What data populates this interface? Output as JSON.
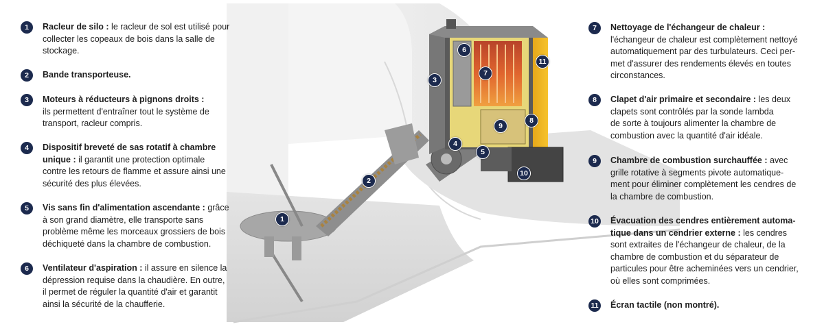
{
  "left_items": [
    {
      "num": "1",
      "title": "Racleur de silo :",
      "lines": [
        " le racleur de sol est utilisé pour",
        "collecter les copeaux de bois dans la salle de",
        "stockage."
      ]
    },
    {
      "num": "2",
      "title": "Bande transporteuse.",
      "lines": [
        ""
      ]
    },
    {
      "num": "3",
      "title": "Moteurs à réducteurs à pignons droits :",
      "lines": [
        "",
        "ils permettent d'entraîner tout le système de",
        "transport, racleur compris."
      ]
    },
    {
      "num": "4",
      "title": "Dispositif breveté de sas rotatif à chambre",
      "lines": [
        "",
        "unique :",
        " il garantit une protection optimale",
        "contre les retours de flamme et assure ainsi une",
        "sécurité des plus élevées."
      ]
    },
    {
      "num": "5",
      "title": "Vis sans fin d'alimentation ascendante :",
      "lines": [
        " grâce",
        "à son grand diamètre, elle transporte sans",
        "problème même les morceaux grossiers de bois",
        "déchiqueté dans la chambre de combustion."
      ]
    },
    {
      "num": "6",
      "title": "Ventilateur d'aspiration :",
      "lines": [
        " il assure en silence la",
        "dépression requise dans la chaudière. En outre,",
        "il permet de réguler la quantité d'air et garantit",
        "ainsi la sécurité de la chaufferie."
      ]
    }
  ],
  "right_items": [
    {
      "num": "7",
      "title": "Nettoyage de l'échangeur de chaleur :",
      "lines": [
        "",
        "l'échangeur de chaleur est complètement nettoyé",
        "automatiquement par des turbulateurs. Ceci per-",
        "met d'assurer des rendements élevés en  toutes",
        "circonstances."
      ]
    },
    {
      "num": "8",
      "title": "Clapet d'air primaire et secondaire :",
      "lines": [
        " les deux",
        "clapets sont contrôlés par la sonde lambda",
        "de sorte à toujours alimenter la chambre de",
        "combustion avec la quantité d'air idéale."
      ]
    },
    {
      "num": "9",
      "title": "Chambre de combustion surchauffée :",
      "lines": [
        " avec",
        "grille rotative à segments pivote automatique-",
        "ment pour éliminer complètement les cendres de",
        "la chambre de combustion."
      ]
    },
    {
      "num": "10",
      "title": "Évacuation des cendres entièrement automa-",
      "lines": [
        "",
        "tique dans un cendrier externe :",
        " les cendres",
        "sont extraites de l'échangeur de chaleur, de la",
        "chambre de combustion et du séparateur de",
        "particules pour être acheminées vers un cendrier,",
        "où elles sont comprimées."
      ]
    },
    {
      "num": "11",
      "title": "Écran tactile (non montré).",
      "lines": [
        ""
      ]
    }
  ],
  "markers": [
    "1",
    "2",
    "3",
    "4",
    "5",
    "6",
    "7",
    "8",
    "9",
    "10",
    "11"
  ],
  "colors": {
    "badge": "#1c2a4e",
    "boiler_yellow": "#f2b824",
    "fire": "#d9582a",
    "wall": "#ececec",
    "floor": "#dcdcdc"
  }
}
